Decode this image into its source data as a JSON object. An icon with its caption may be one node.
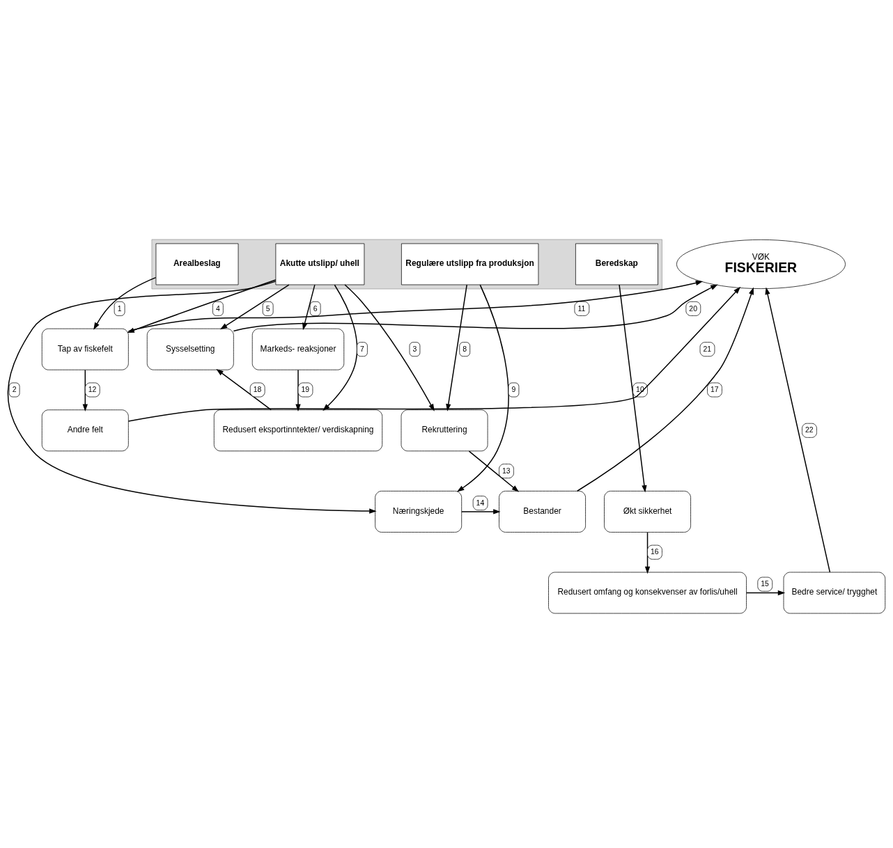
{
  "diagram": {
    "nodes": [
      {
        "text": [],
        "shape": "box"
      },
      {
        "text": [
          "Arealbeslag"
        ],
        "in": 0
      },
      {
        "text": [
          "Akutte utslipp/ uhell"
        ],
        "in": 0
      },
      {
        "text": [
          "Regulære utslipp fra produksjon"
        ],
        "in": 0
      },
      {
        "text": [
          "Beredskap"
        ],
        "in": 0
      },
      {
        "text": [
          "VØK",
          "FISKERIER"
        ]
      },
      {
        "text": [
          "Tap av fiskefelt"
        ]
      },
      {
        "text": [
          "Markeds- reaksjoner"
        ]
      },
      {
        "text": [
          "Sysselsetting"
        ]
      },
      {
        "text": [
          "Rekruttering"
        ]
      },
      {
        "text": [
          "Andre felt"
        ]
      },
      {
        "text": [
          "Redusert eksportinntekter/ verdiskapning"
        ]
      },
      {
        "text": [
          "Næringskjede"
        ]
      },
      {
        "text": [
          "Bestander"
        ]
      },
      {
        "text": [
          "Økt sikkerhet"
        ]
      },
      {
        "text": [
          "Bedre service/ trygghet"
        ]
      },
      {
        "text": [
          "Redusert omfang og konsekvenser av forlis/uhell"
        ]
      }
    ],
    "edges": [
      {
        "from": 1,
        "to": 6,
        "arrow": "to",
        "label": "1"
      },
      {
        "from": 2,
        "to": 12,
        "arrow": "to",
        "label": "2"
      },
      {
        "from": 2,
        "to": 9,
        "arrow": "to",
        "label": "3"
      },
      {
        "from": 2,
        "to": 6,
        "arrow": "to",
        "label": "4"
      },
      {
        "from": 2,
        "to": 8,
        "arrow": "to",
        "label": "5"
      },
      {
        "from": 2,
        "to": 7,
        "arrow": "to",
        "label": "6"
      },
      {
        "from": 2,
        "to": 11,
        "arrow": "to",
        "label": "7"
      },
      {
        "from": 3,
        "to": 9,
        "arrow": "to",
        "label": "8"
      },
      {
        "from": 3,
        "to": 12,
        "arrow": "to",
        "label": "9"
      },
      {
        "from": 4,
        "to": 14,
        "arrow": "to",
        "label": "10"
      },
      {
        "from": 6,
        "to": 5,
        "arrow": "to",
        "label": "11"
      },
      {
        "from": 6,
        "to": 10,
        "arrow": "to",
        "label": "12"
      },
      {
        "from": 9,
        "to": 13,
        "arrow": "to",
        "label": "13"
      },
      {
        "from": 12,
        "to": 13,
        "arrow": "to",
        "label": "14"
      },
      {
        "from": 16,
        "to": 15,
        "arrow": "to",
        "label": "15"
      },
      {
        "from": 14,
        "to": 16,
        "arrow": "to",
        "label": "16"
      },
      {
        "from": 13,
        "to": 5,
        "arrow": "to",
        "label": "17"
      },
      {
        "from": 11,
        "to": 8,
        "arrow": "to",
        "label": "18"
      },
      {
        "from": 7,
        "to": 11,
        "arrow": "to",
        "label": "19"
      },
      {
        "from": 8,
        "to": 5,
        "arrow": "to",
        "label": "20"
      },
      {
        "from": 10,
        "to": 5,
        "arrow": "to",
        "label": "21"
      },
      {
        "from": 15,
        "to": 5,
        "arrow": "to",
        "label": "22"
      }
    ]
  }
}
